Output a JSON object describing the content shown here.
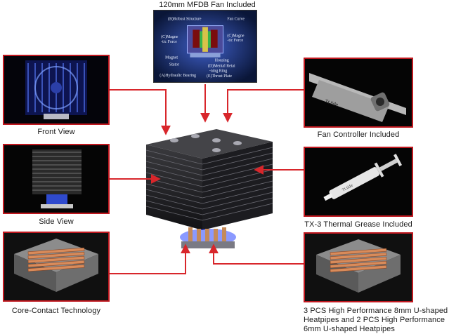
{
  "captions": {
    "fan": "120mm MFDB Fan Included",
    "front_view": "Front View",
    "side_view": "Side View",
    "core_contact": "Core-Contact Technology",
    "fan_controller": "Fan Controller Included",
    "thermal_grease": "TX-3 Thermal Grease Included",
    "heatpipes": "3 PCS High Performance 8mm U-shaped Heatpipes and 2 PCS High Performance 6mm U-shaped Heatpipes"
  },
  "fan_diagram": {
    "labels": {
      "robust_structure": "(B)Robust Structure",
      "fan_curve": "Fan Curve",
      "magnetic_force_left_1": "(C)Magne",
      "magnetic_force_left_2": "-tic Force",
      "magnetic_force_right_1": "(C)Magne",
      "magnetic_force_right_2": "-tic Force",
      "magnet": "Magnet",
      "housing": "Housing",
      "stator": "Stator",
      "metal_retaining_1": "(D)Mental Retai",
      "metal_retaining_2": "-ning Ring",
      "hydraulic_bearing": "(A)Hydraulic Bearing",
      "thrust_plate": "(E)Thrust Plate"
    }
  },
  "product_marks": {
    "controller_brand": "Tt.tide",
    "syringe_brand": "Tt.tide"
  },
  "colors": {
    "frame": "#c0181f",
    "arrow": "#d8262b",
    "glow": "#3a5bff"
  }
}
